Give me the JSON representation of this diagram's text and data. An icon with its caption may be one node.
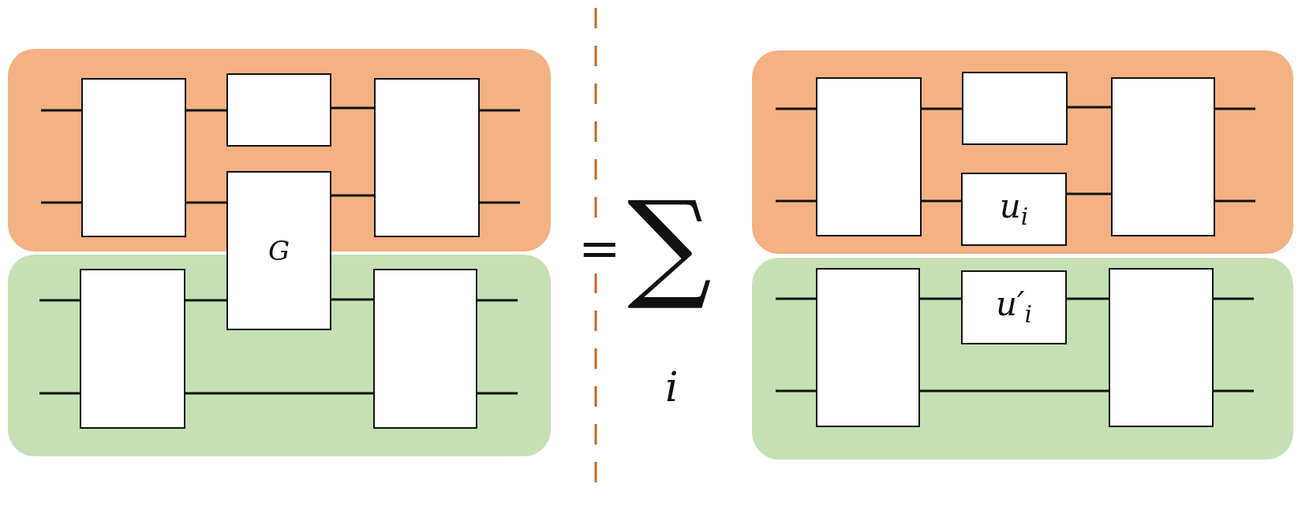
{
  "diagram": {
    "nodes": [
      {
        "text": [],
        "shape": "box"
      },
      {
        "text": [],
        "shape": "box",
        "in": 0
      },
      {
        "text": [],
        "shape": "box",
        "in": 0
      },
      {
        "text": [],
        "shape": "box",
        "in": 0
      },
      {
        "text": [
          "G"
        ]
      },
      {
        "text": [],
        "shape": "box"
      },
      {
        "text": [],
        "shape": "box",
        "in": 5
      },
      {
        "text": [],
        "shape": "box",
        "in": 5
      },
      {
        "text": [],
        "shape": "box"
      },
      {
        "text": [],
        "shape": "box",
        "in": 8
      },
      {
        "text": [],
        "shape": "box",
        "in": 8
      },
      {
        "text": [
          "u$_{i}$"
        ],
        "in": 8
      },
      {
        "text": [],
        "shape": "box",
        "in": 8
      },
      {
        "text": [],
        "shape": "box"
      },
      {
        "text": [],
        "shape": "box",
        "in": 13
      },
      {
        "text": [
          "u′$_{i}$"
        ],
        "in": 13
      },
      {
        "text": [],
        "shape": "box",
        "in": 13
      }
    ],
    "edges": [
      {
        "from": null,
        "to": 1,
        "arrow": "none"
      },
      {
        "from": null,
        "to": 1,
        "arrow": "none"
      },
      {
        "from": 3,
        "to": null,
        "arrow": "none"
      },
      {
        "from": 3,
        "to": null,
        "arrow": "none"
      },
      {
        "from": null,
        "to": 6,
        "arrow": "none"
      },
      {
        "from": null,
        "to": 6,
        "arrow": "none"
      },
      {
        "from": 7,
        "to": null,
        "arrow": "none"
      },
      {
        "from": 7,
        "to": null,
        "arrow": "none"
      },
      {
        "from": 1,
        "to": 2,
        "arrow": "none"
      },
      {
        "from": 1,
        "to": 4,
        "arrow": "none"
      },
      {
        "from": 2,
        "to": 3,
        "arrow": "none"
      },
      {
        "from": 4,
        "to": 3,
        "arrow": "none"
      },
      {
        "from": 6,
        "to": 4,
        "arrow": "none"
      },
      {
        "from": 4,
        "to": 7,
        "arrow": "none"
      },
      {
        "from": 6,
        "to": 7,
        "arrow": "none"
      },
      {
        "from": null,
        "to": 9,
        "arrow": "none"
      },
      {
        "from": null,
        "to": 9,
        "arrow": "none"
      },
      {
        "from": 12,
        "to": null,
        "arrow": "none"
      },
      {
        "from": 12,
        "to": null,
        "arrow": "none"
      },
      {
        "from": null,
        "to": 14,
        "arrow": "none"
      },
      {
        "from": null,
        "to": 14,
        "arrow": "none"
      },
      {
        "from": 16,
        "to": null,
        "arrow": "none"
      },
      {
        "from": 16,
        "to": null,
        "arrow": "none"
      },
      {
        "from": 9,
        "to": 10,
        "arrow": "none"
      },
      {
        "from": 9,
        "to": 11,
        "arrow": "none"
      },
      {
        "from": 10,
        "to": 12,
        "arrow": "none"
      },
      {
        "from": 11,
        "to": 12,
        "arrow": "none"
      },
      {
        "from": 14,
        "to": 15,
        "arrow": "none"
      },
      {
        "from": 15,
        "to": 16,
        "arrow": "none"
      },
      {
        "from": 14,
        "to": 16,
        "arrow": "none"
      }
    ],
    "labels": [
      "=",
      "∑",
      "i"
    ]
  }
}
